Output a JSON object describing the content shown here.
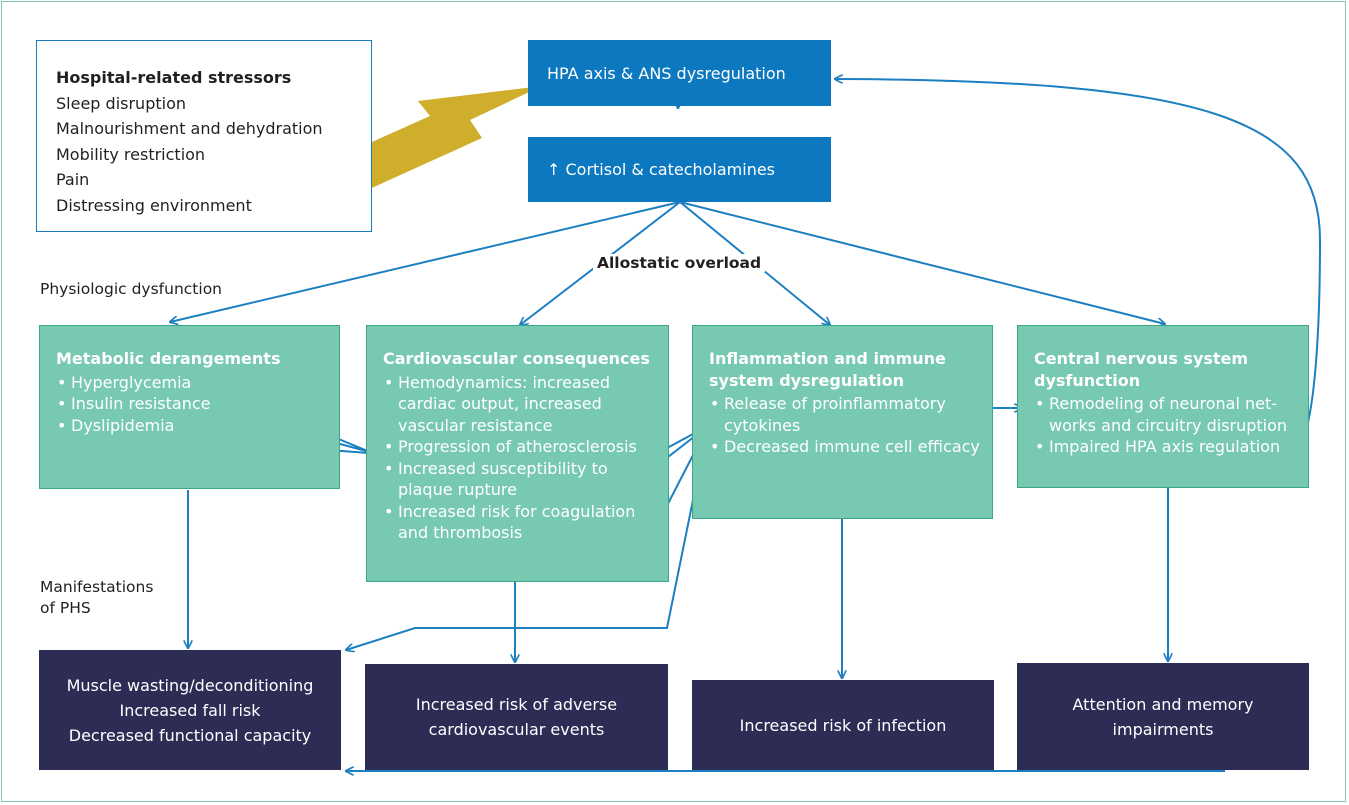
{
  "stressors": {
    "title": "Hospital-related stressors",
    "items": [
      "Sleep disruption",
      "Malnourishment and dehydration",
      "Mobility restriction",
      "Pain",
      "Distressing environment"
    ]
  },
  "hpa": {
    "label": "HPA axis & ANS dysregulation"
  },
  "cortisol": {
    "label": "↑ Cortisol & catecholamines"
  },
  "overload": {
    "label": "Allostatic overload"
  },
  "side_labels": {
    "physiologic": "Physiologic dysfunction",
    "manifest_line1": "Manifestations",
    "manifest_line2": "of PHS"
  },
  "metabolic": {
    "title": "Metabolic derangements",
    "items": [
      "Hyperglycemia",
      "Insulin resistance",
      "Dyslipidemia"
    ]
  },
  "cardio": {
    "title": "Cardiovascular consequences",
    "items": [
      "Hemodynamics: increased cardiac output, increased vascular resistance",
      "Progression of atherosclerosis",
      "Increased susceptibility to plaque rupture",
      "Increased risk for coagulation and thrombosis"
    ]
  },
  "inflam": {
    "title": "Inflammation and immune system dysregulation",
    "items": [
      "Release of proinflammatory cytokines",
      "Decreased immune cell efficacy"
    ]
  },
  "cns": {
    "title": "Central nervous system dysfunction",
    "items": [
      "Remodeling of neuronal net-works and circuitry disruption",
      "Impaired HPA axis regulation"
    ]
  },
  "outcomes": {
    "muscle": [
      "Muscle wasting/deconditioning",
      "Increased fall risk",
      "Decreased functional capacity"
    ],
    "cv_line1": "Increased risk of adverse",
    "cv_line2": "cardiovascular events",
    "infection": "Increased risk of infection",
    "attn_line1": "Attention and memory",
    "attn_line2": "impairments"
  },
  "colors": {
    "blue_box": "#0b78bf",
    "teal_box": "#78c9b1",
    "navy_box": "#2d2c55",
    "arrow": "#1b7fc1",
    "lightning": "#cfae2c"
  }
}
